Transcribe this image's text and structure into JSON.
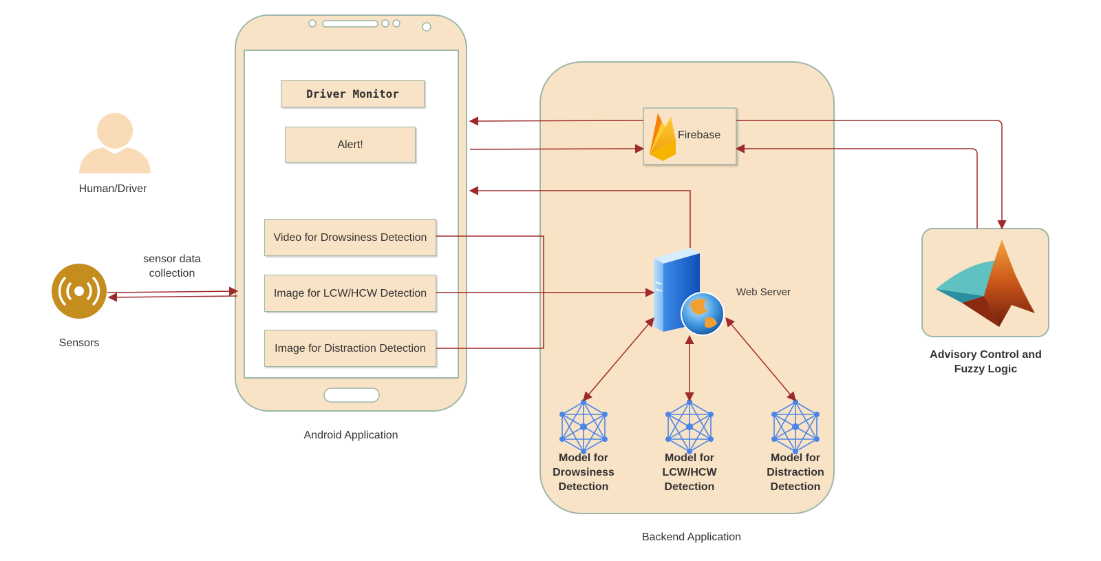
{
  "human": {
    "label": "Human/Driver"
  },
  "sensors": {
    "label": "Sensors",
    "edge_label": "sensor data collection"
  },
  "android": {
    "caption": "Android Application",
    "title": "Driver Monitor",
    "alert": "Alert!",
    "inputs": [
      "Video for Drowsiness Detection",
      "Image for LCW/HCW Detection",
      "Image for Distraction Detection"
    ]
  },
  "backend": {
    "caption": "Backend Application",
    "firebase": "Firebase",
    "web_server": "Web Server",
    "models": [
      "Model for Drowsiness Detection",
      "Model for LCW/HCW Detection",
      "Model for Distraction Detection"
    ]
  },
  "advisory": {
    "label": "Advisory Control and Fuzzy Logic"
  },
  "colors": {
    "panel": "#f9e3c6",
    "border": "#9cb7a8",
    "arrow": "#9e2a2a",
    "network": "#4a86e8"
  }
}
